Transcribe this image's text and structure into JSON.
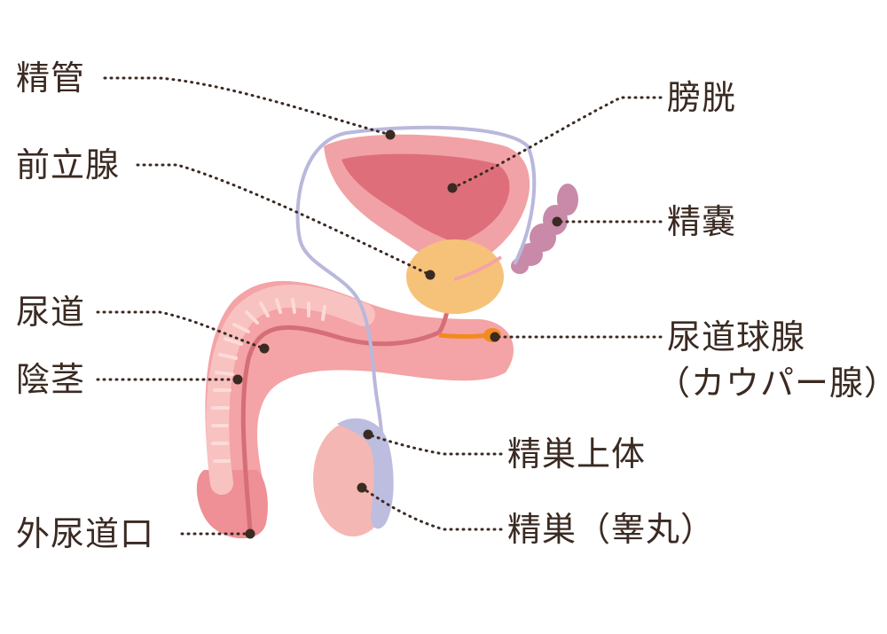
{
  "labels": {
    "vas_deferens": "精管",
    "prostate": "前立腺",
    "urethra": "尿道",
    "penis": "陰茎",
    "external_urethral_orifice": "外尿道口",
    "bladder": "膀胱",
    "seminal_vesicle": "精嚢",
    "bulbourethral_gland_line1": "尿道球腺",
    "bulbourethral_gland_line2": "（カウパー腺）",
    "epididymis": "精巣上体",
    "testis": "精巣（睾丸）"
  },
  "colors": {
    "skin_outer": "#f4a3a6",
    "skin_dark": "#e98589",
    "bladder_inner": "#de6f7a",
    "prostate": "#f6c27a",
    "seminal_vesicle": "#c88aa8",
    "vas_deferens": "#b9b8dc",
    "cowper": "#f28a1e",
    "leader_line": "#3a2a22",
    "text": "#3a2a22",
    "testis": "#f5b7b3",
    "epididymis": "#bdbddf"
  }
}
